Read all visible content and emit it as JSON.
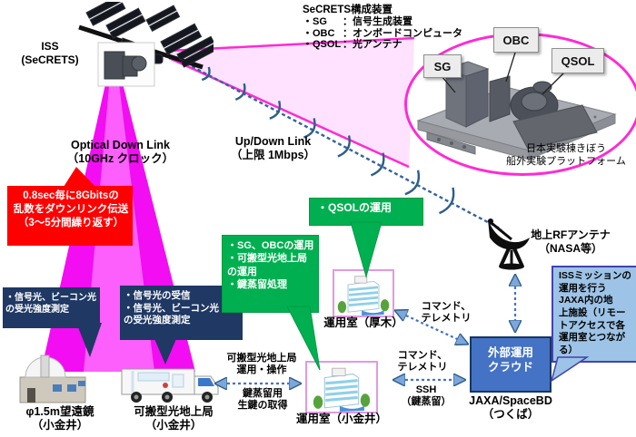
{
  "iss": {
    "label": "ISS\n(SeCRETS)"
  },
  "config": {
    "title": "SeCRETS構成装置",
    "rows": [
      [
        "・SG",
        "：信号生成装置"
      ],
      [
        "・OBC",
        "：オンボードコンピュータ"
      ],
      [
        "・QSOL",
        "：光アンテナ"
      ]
    ]
  },
  "inset": {
    "sg": "SG",
    "obc": "OBC",
    "qsol": "QSOL",
    "caption": "日本実験棟きぼう\n船外実験プラットフォーム"
  },
  "links": {
    "optical": "Optical Down Link\n（10GHz クロック）",
    "rf": "Up/Down Link\n（上限 1Mbps）"
  },
  "callouts": {
    "downlink": "0.8sec毎に8Gbitsの\n乱数をダウンリンク伝送\n（3～5分間繰り返す）",
    "telescope": "・信号光、ビーコン光\nの受光強度測定",
    "truck": "・信号光の受信\n・信号光、ビーコン光\nの受光強度測定",
    "qsol_ops": "・QSOLの運用",
    "sg_ops": "・SG、OBCの運用\n・可搬型光地上局\nの運用\n・鍵蒸留処理",
    "mission": "ISSミッションの\n運用を行う\nJAXA内の地\n上施設（リモー\nトアクセスで各\n運用室とつなが\nる）"
  },
  "ground": {
    "telescope": "φ1.5m望遠鏡\n（小金井）",
    "truck": "可搬型光地上局\n（小金井）",
    "ops_atsugi": "運用室（厚木）",
    "ops_koganei": "運用室（小金井）",
    "cloud": "外部運用\nクラウド",
    "jaxa": "JAXA/SpaceBD\n（つくば）",
    "antenna": "地上RFアンテナ\n（NASA等）"
  },
  "flows": {
    "truck_ops": "可搬型光地上局\n運用・操作",
    "raw_key": "鍵蒸留用\n生鍵の取得",
    "cmd_tlm_1": "コマンド、\nテレメトリ",
    "cmd_tlm_2": "コマンド、\nテレメトリ",
    "ssh": "SSH\n（鍵蒸留）"
  },
  "colors": {
    "beam": "#f20df2",
    "red_box": "#ff0000",
    "green_box": "#00b050",
    "navy_box": "#1f3864",
    "cloud_box": "#4472c4",
    "mission_box": "#9dc3e6",
    "connector": "#4472c4",
    "oval_border": "#ff2ad4"
  }
}
